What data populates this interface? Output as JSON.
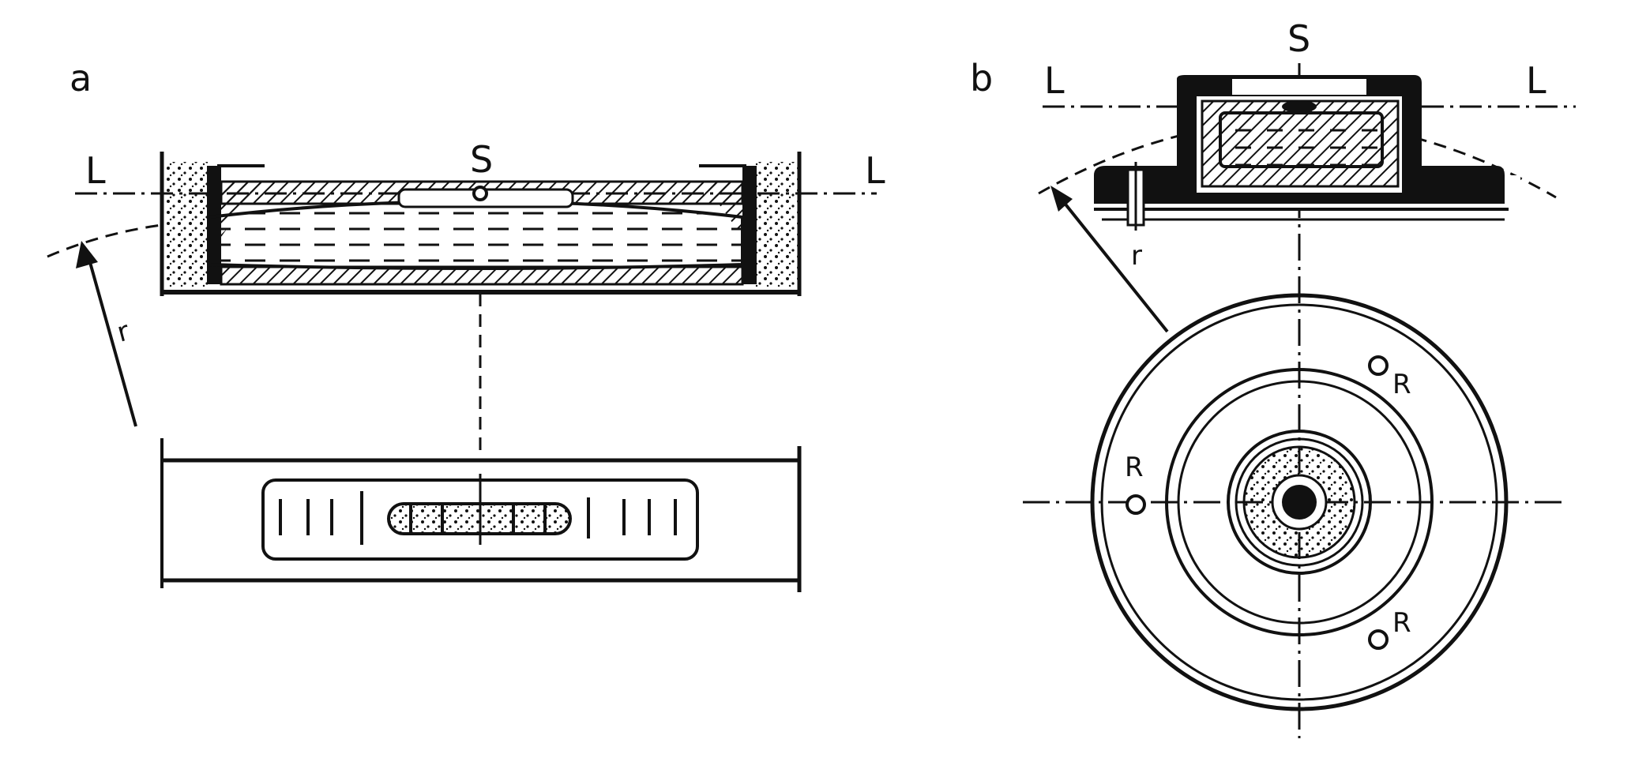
{
  "panels": [
    {
      "panel_label": "a",
      "center_label": "S",
      "axis_label_left": "L",
      "axis_label_right": "L",
      "radius_label": "r"
    },
    {
      "panel_label": "b",
      "center_label": "S",
      "axis_label_left": "L",
      "axis_label_right": "L",
      "radius_label": "r",
      "screw_labels": [
        "R",
        "R",
        "R"
      ]
    }
  ]
}
